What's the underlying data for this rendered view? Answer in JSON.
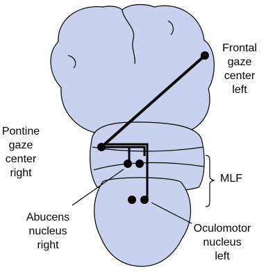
{
  "labels": {
    "frontal": [
      "Frontal",
      "gaze",
      "center",
      "left"
    ],
    "pontine": [
      "Pontine",
      "gaze",
      "center",
      "right"
    ],
    "mlf": "MLF",
    "abducens": [
      "Abucens",
      "nucleus",
      "right"
    ],
    "oculomotor": [
      "Oculomotor",
      "nucleus",
      "left"
    ]
  },
  "colors": {
    "brain_fill": "#c8d2ee",
    "outline": "#000000",
    "line": "#000000"
  }
}
